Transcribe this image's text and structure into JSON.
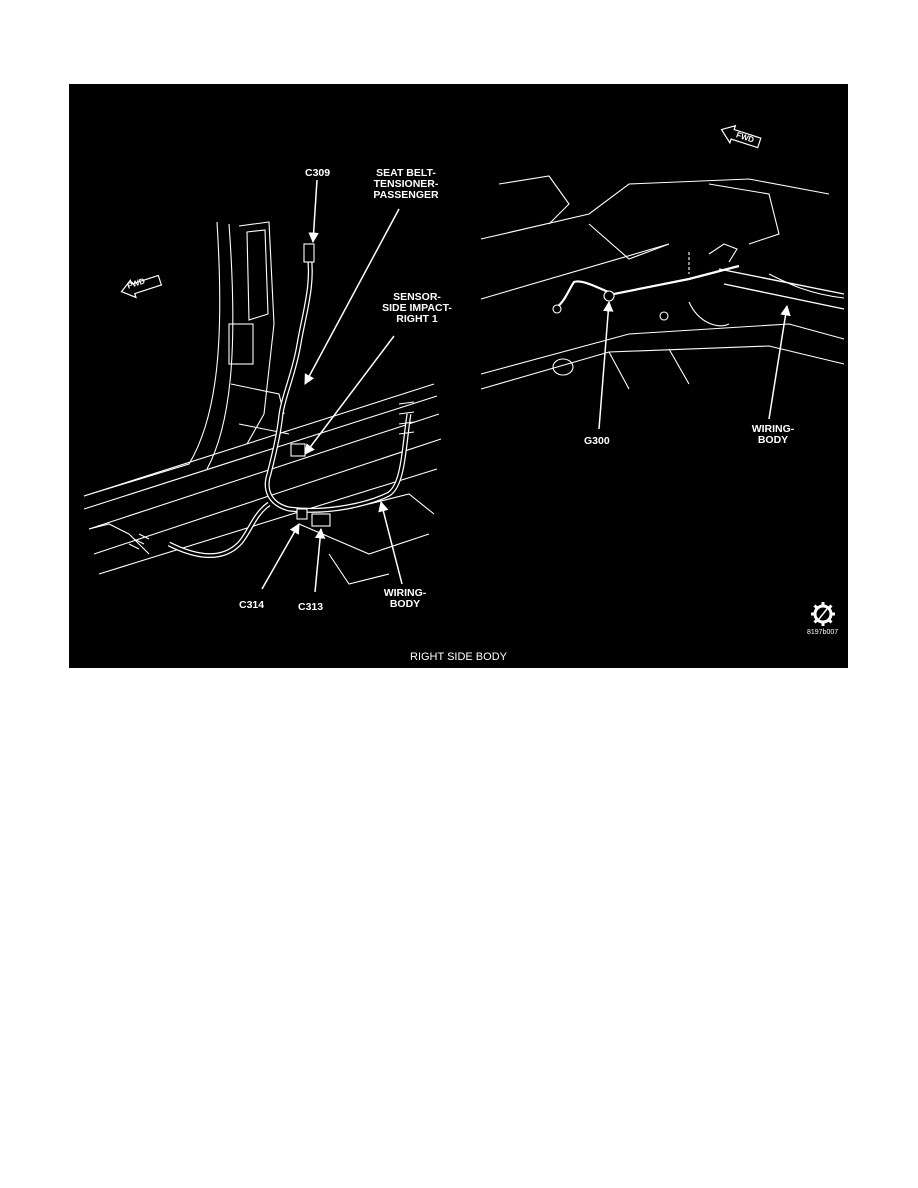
{
  "figure": {
    "caption": "RIGHT SIDE BODY",
    "figure_code": "8197b007",
    "fwd_label": "FWD",
    "colors": {
      "background": "#000000",
      "line": "#ffffff",
      "page": "#ffffff"
    }
  },
  "left_view": {
    "labels": {
      "c309": "C309",
      "seat_belt_l1": "SEAT BELT-",
      "seat_belt_l2": "TENSIONER-",
      "seat_belt_l3": "PASSENGER",
      "sensor_l1": "SENSOR-",
      "sensor_l2": "SIDE IMPACT-",
      "sensor_l3": "RIGHT 1",
      "c314": "C314",
      "c313": "C313",
      "wiring_l1": "WIRING-",
      "wiring_l2": "BODY"
    }
  },
  "right_view": {
    "labels": {
      "g300": "G300",
      "wiring_l1": "WIRING-",
      "wiring_l2": "BODY"
    }
  }
}
